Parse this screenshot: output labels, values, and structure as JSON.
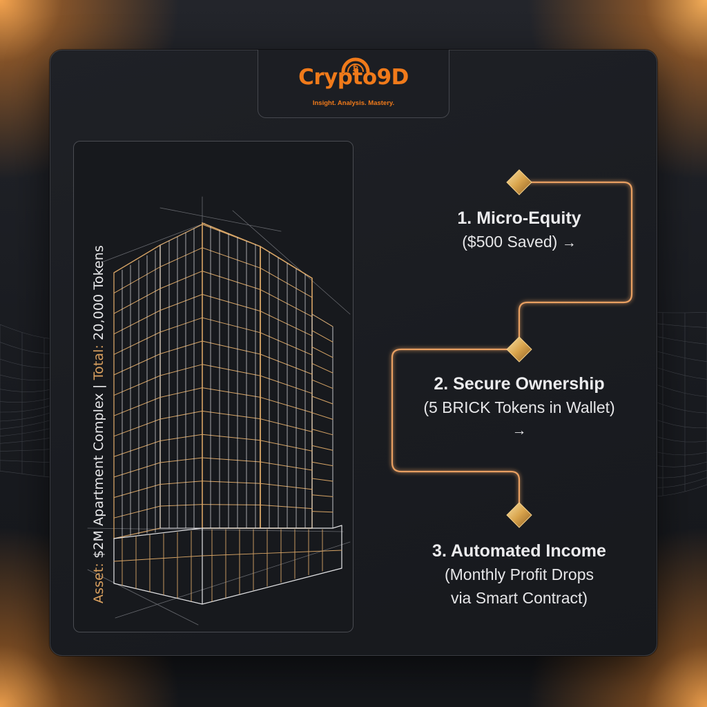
{
  "brand": {
    "name": "Crypto9D",
    "tagline": "Insight. Analysis. Mastery."
  },
  "asset_label": {
    "prefix": "Asset:",
    "asset": "$2M Apartment Complex",
    "separator": "|",
    "total_prefix": "Total:",
    "total": "20,000 Tokens"
  },
  "steps": [
    {
      "title": "1. Micro-Equity",
      "desc_lines": [
        "($500 Saved)"
      ],
      "arrow": "→"
    },
    {
      "title": "2. Secure Ownership",
      "desc_lines": [
        "(5 BRICK Tokens in Wallet)"
      ],
      "arrow": "→"
    },
    {
      "title": "3. Automated Income",
      "desc_lines": [
        "(Monthly Profit Drops",
        "via Smart Contract)"
      ],
      "arrow": ""
    }
  ],
  "colors": {
    "accent_orange": "#f07a1a",
    "gold": "#d9a05f",
    "text": "#ececee",
    "card": "#1c1e23"
  },
  "icons": {
    "logo": "bitcoin-arc-icon",
    "node": "diamond-node-icon",
    "step_arrow": "right-arrow-icon"
  }
}
